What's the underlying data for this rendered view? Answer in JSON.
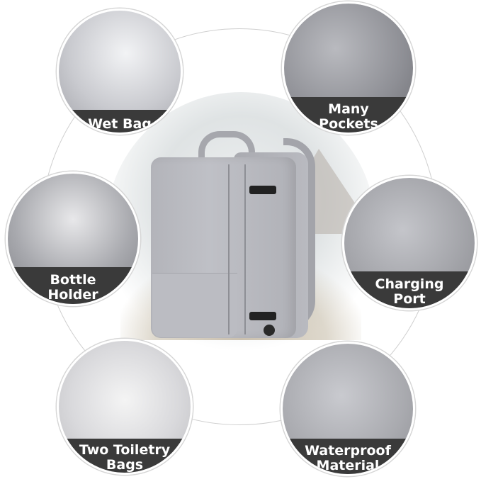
{
  "features": [
    {
      "id": "wet-bag",
      "lines": [
        "Wet Bag"
      ]
    },
    {
      "id": "many-pockets",
      "lines": [
        "Many",
        "Pockets"
      ]
    },
    {
      "id": "bottle-holder",
      "lines": [
        "Bottle",
        "Holder"
      ]
    },
    {
      "id": "charging-port",
      "lines": [
        "Charging",
        "Port"
      ]
    },
    {
      "id": "two-toiletry-bags",
      "lines": [
        "Two Toiletry",
        "Bags"
      ]
    },
    {
      "id": "waterproof-material",
      "lines": [
        "Waterproof",
        "Material"
      ]
    }
  ],
  "colors": {
    "label_band": "#3a3a3a",
    "label_text": "#ffffff",
    "backpack": "#b8b9bf"
  }
}
